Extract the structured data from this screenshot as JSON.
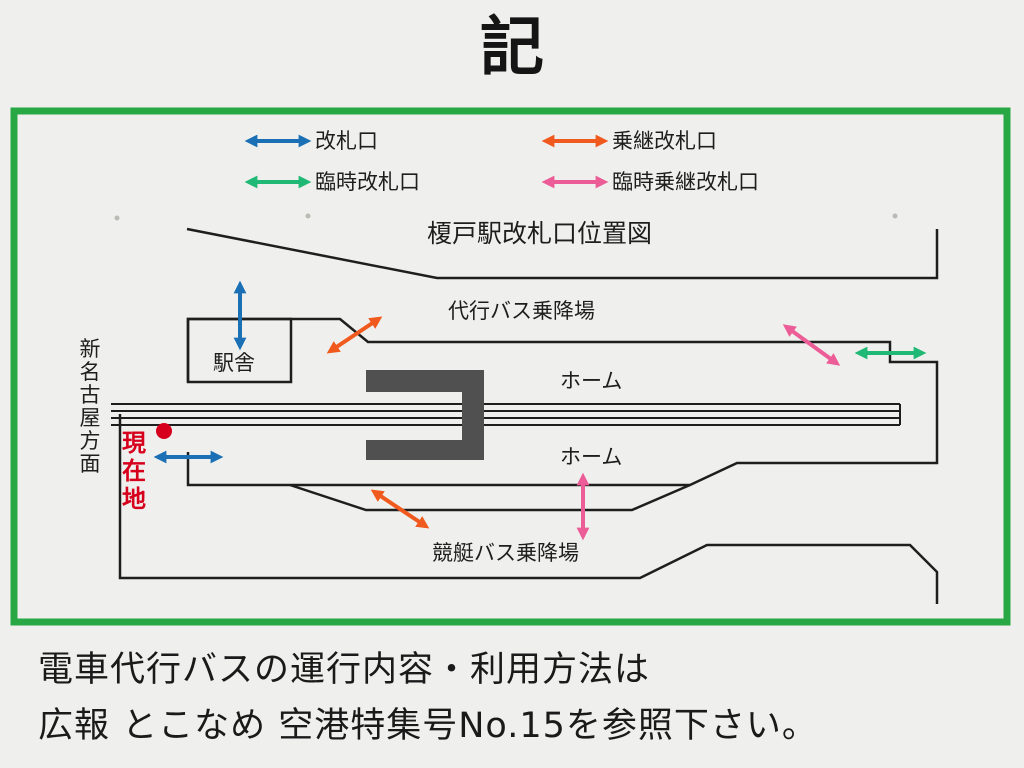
{
  "header": {
    "title": "記"
  },
  "legend": [
    {
      "label": "改札口",
      "color": "#1b6fb5"
    },
    {
      "label": "乗継改札口",
      "color": "#f05a1e"
    },
    {
      "label": "臨時改札口",
      "color": "#1fb874"
    },
    {
      "label": "臨時乗継改札口",
      "color": "#ec5c97"
    }
  ],
  "map": {
    "title": "榎戸駅改札口位置図",
    "bus_stop_top": "代行バス乗降場",
    "bus_stop_bottom": "競艇バス乗降場",
    "platform_top": "ホーム",
    "platform_bottom": "ホーム",
    "station_building": "駅舎",
    "direction": "新名古屋方面",
    "current_location": "現在地",
    "frame_color": "#27a844",
    "current_location_color": "#d6001c"
  },
  "footer": {
    "line1": "電車代行バスの運行内容・利用方法は",
    "line2": "広報 とこなめ 空港特集号No.15を参照下さい。"
  }
}
